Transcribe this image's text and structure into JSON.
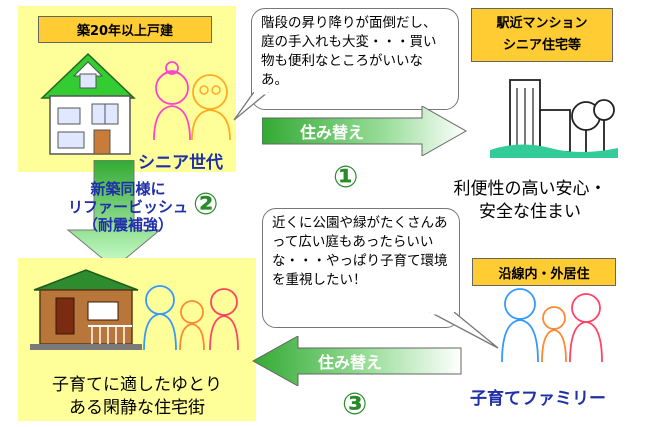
{
  "top_left": {
    "header": "築20年以上戸建",
    "label": "シニア世代"
  },
  "bubble_top": "階段の昇り降りが面倒だし、庭の手入れも大変・・・買い物も便利なところがいいなあ。",
  "top_right": {
    "header_line1": "駅近マンション",
    "header_line2": "シニア住宅等",
    "caption_line1": "利便性の高い安心・",
    "caption_line2": "安全な住まい"
  },
  "arrow1": {
    "label": "住み替え",
    "number": "①"
  },
  "middle": {
    "line1": "新築同様に",
    "line2": "リファービッシュ",
    "number": "②",
    "line3": "（耐震補強）"
  },
  "bottom_left": {
    "caption_line1": "子育てに適したゆとり",
    "caption_line2": "ある閑静な住宅街"
  },
  "bubble_bottom": "近くに公園や緑がたくさんあって広い庭もあったらいいな・・・やっぱり子育て環境を重視したい！",
  "bottom_right": {
    "header": "沿線内・外居住",
    "label": "子育てファミリー"
  },
  "arrow3": {
    "label": "住み替え",
    "number": "③"
  }
}
